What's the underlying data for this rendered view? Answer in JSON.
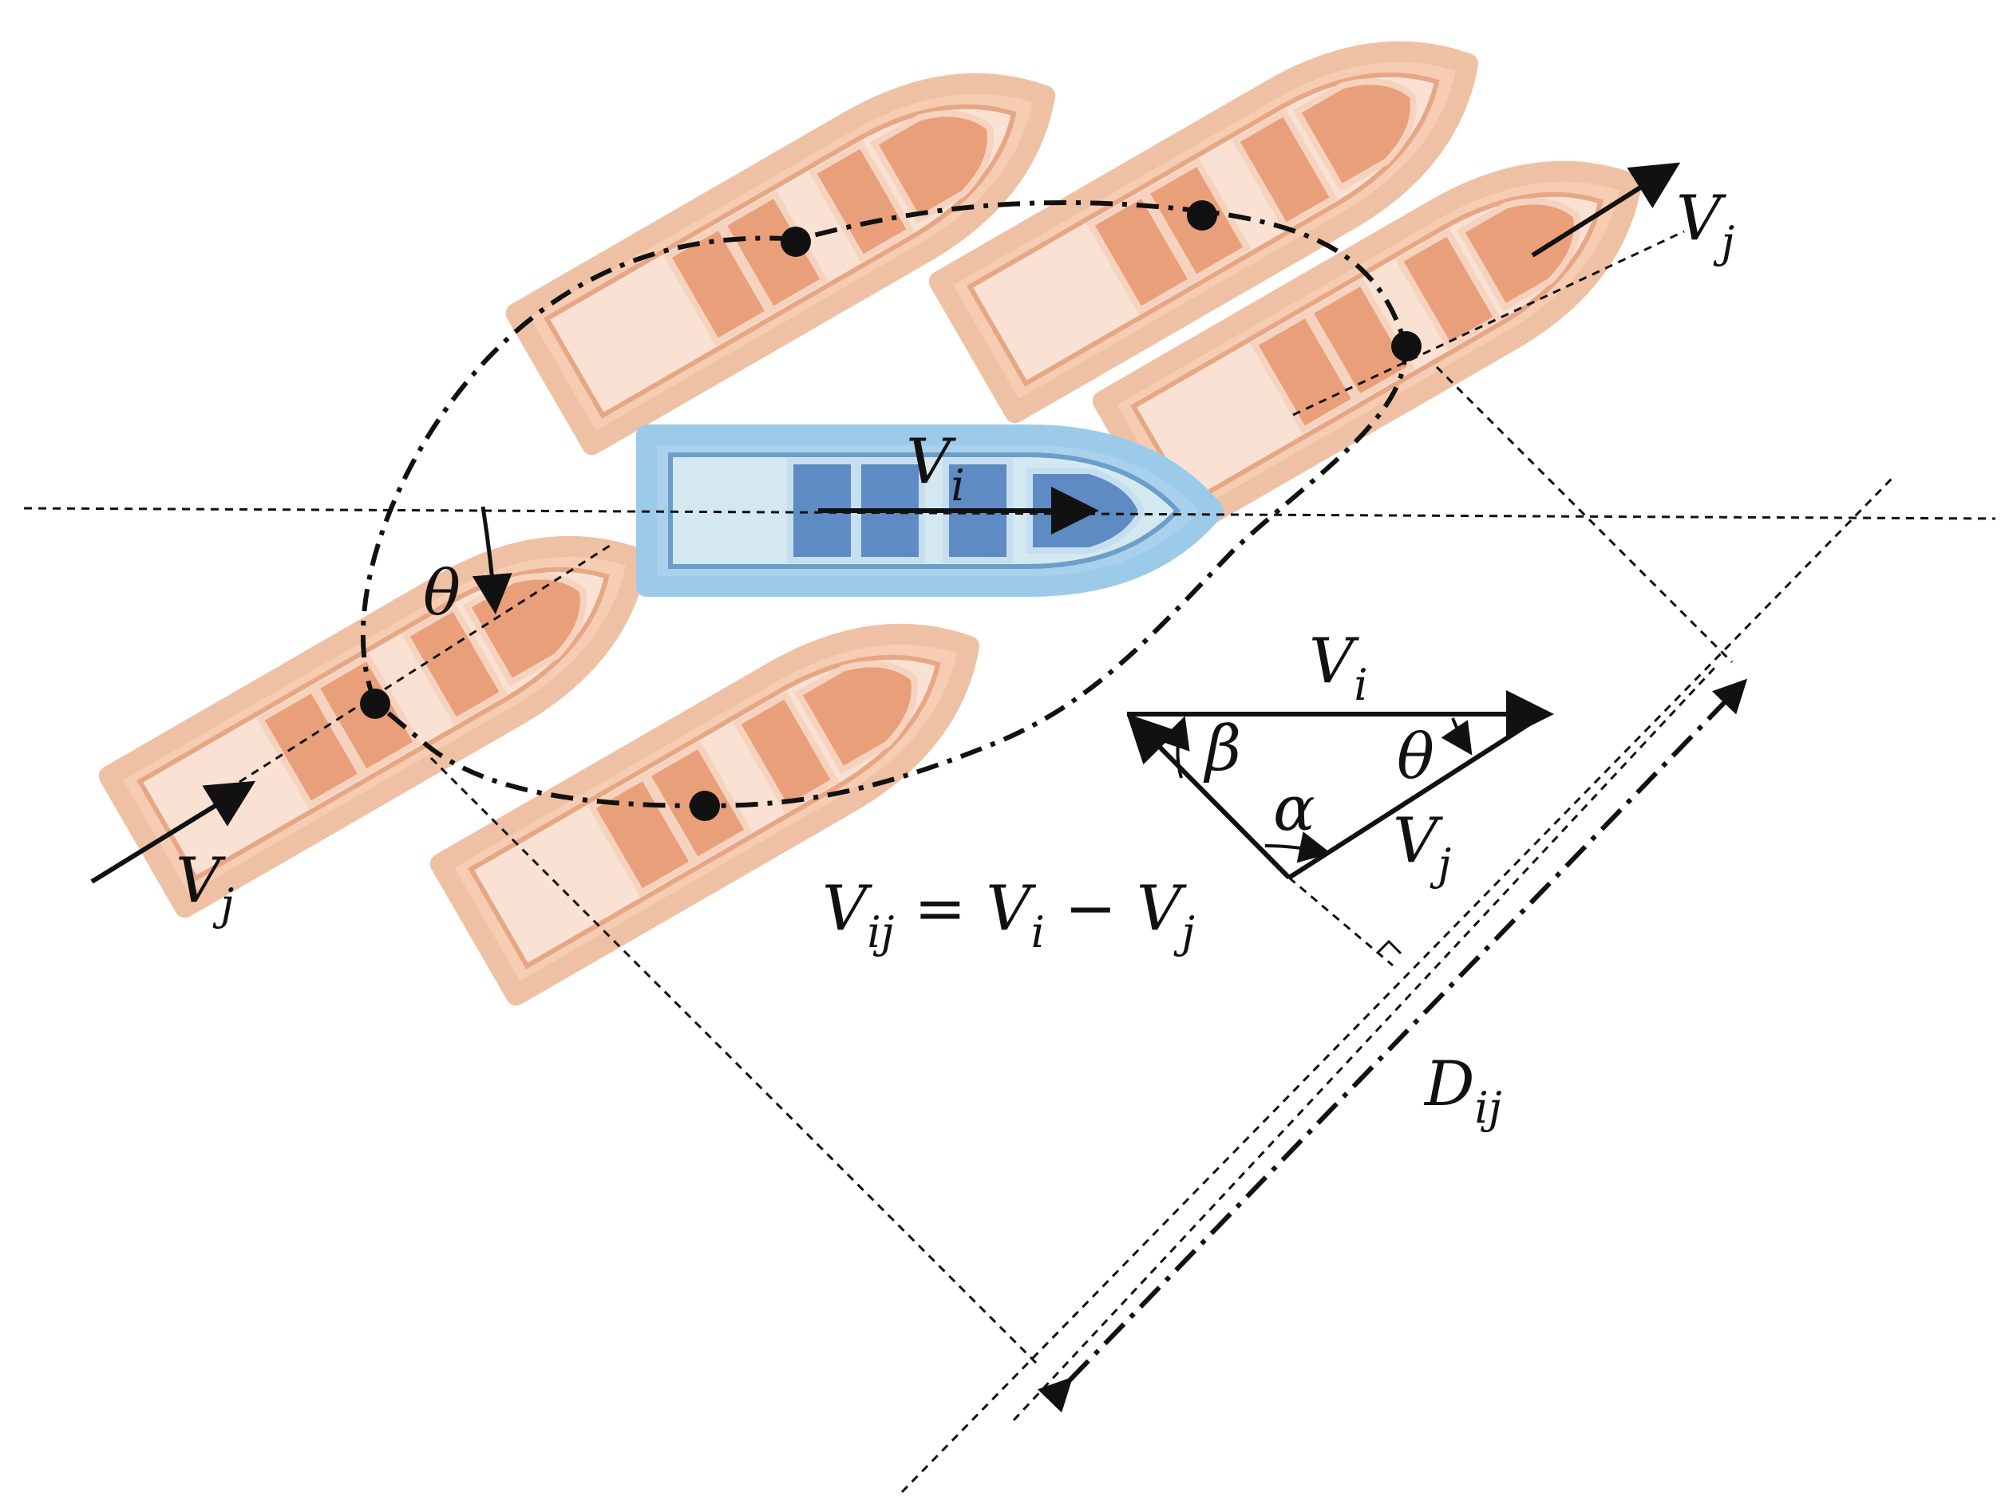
{
  "diagram": {
    "labels": {
      "vj_right": "V",
      "vj_right_sub": "j",
      "vj_left": "V",
      "vj_left_sub": "j",
      "vi_boat": "V",
      "vi_boat_sub": "i",
      "theta_left": "θ",
      "tri_vi": "V",
      "tri_vi_sub": "i",
      "tri_beta": "β",
      "tri_theta": "θ",
      "tri_alpha": "α",
      "tri_vj": "V",
      "tri_vj_sub": "j",
      "equation": "V",
      "equation_sub1": "ij",
      "equation_mid": " = V",
      "equation_sub2": "i",
      "equation_minus": " − V",
      "equation_sub3": "j",
      "dij": "D",
      "dij_sub": "ij"
    },
    "colors": {
      "agent_boat": "#a9d1ec",
      "neighbor_boat": "#f6cdb3",
      "line": "#111111"
    }
  }
}
